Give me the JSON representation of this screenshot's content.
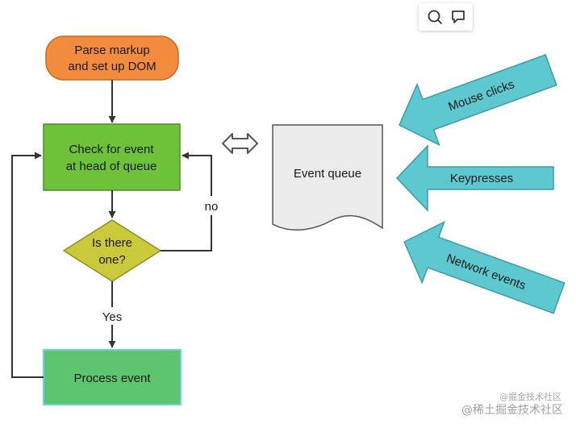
{
  "nodes": {
    "parse": {
      "line1": "Parse markup",
      "line2": "and set up DOM"
    },
    "check": {
      "line1": "Check for event",
      "line2": "at head of queue"
    },
    "decision": {
      "line1": "Is there",
      "line2": "one?"
    },
    "process": {
      "label": "Process event"
    },
    "queue": {
      "label": "Event queue"
    }
  },
  "edges": {
    "yes": "Yes",
    "no": "no"
  },
  "inputs": [
    {
      "label": "Mouse clicks"
    },
    {
      "label": "Keypresses"
    },
    {
      "label": "Network events"
    }
  ],
  "toolbar": {
    "search_icon": "search-icon",
    "comment_icon": "comment-icon"
  },
  "watermark": {
    "small": "@掘金技术社区",
    "large": "@稀土掘金技术社区"
  },
  "colors": {
    "parse": "#f28c3c",
    "check": "#6dc23a",
    "decision": "#c9c93a",
    "process": "#5dc46f",
    "process_border": "#6ad3e0",
    "queue": "#ebebeb",
    "input_arrow": "#5ec8d1",
    "line": "#333333"
  }
}
